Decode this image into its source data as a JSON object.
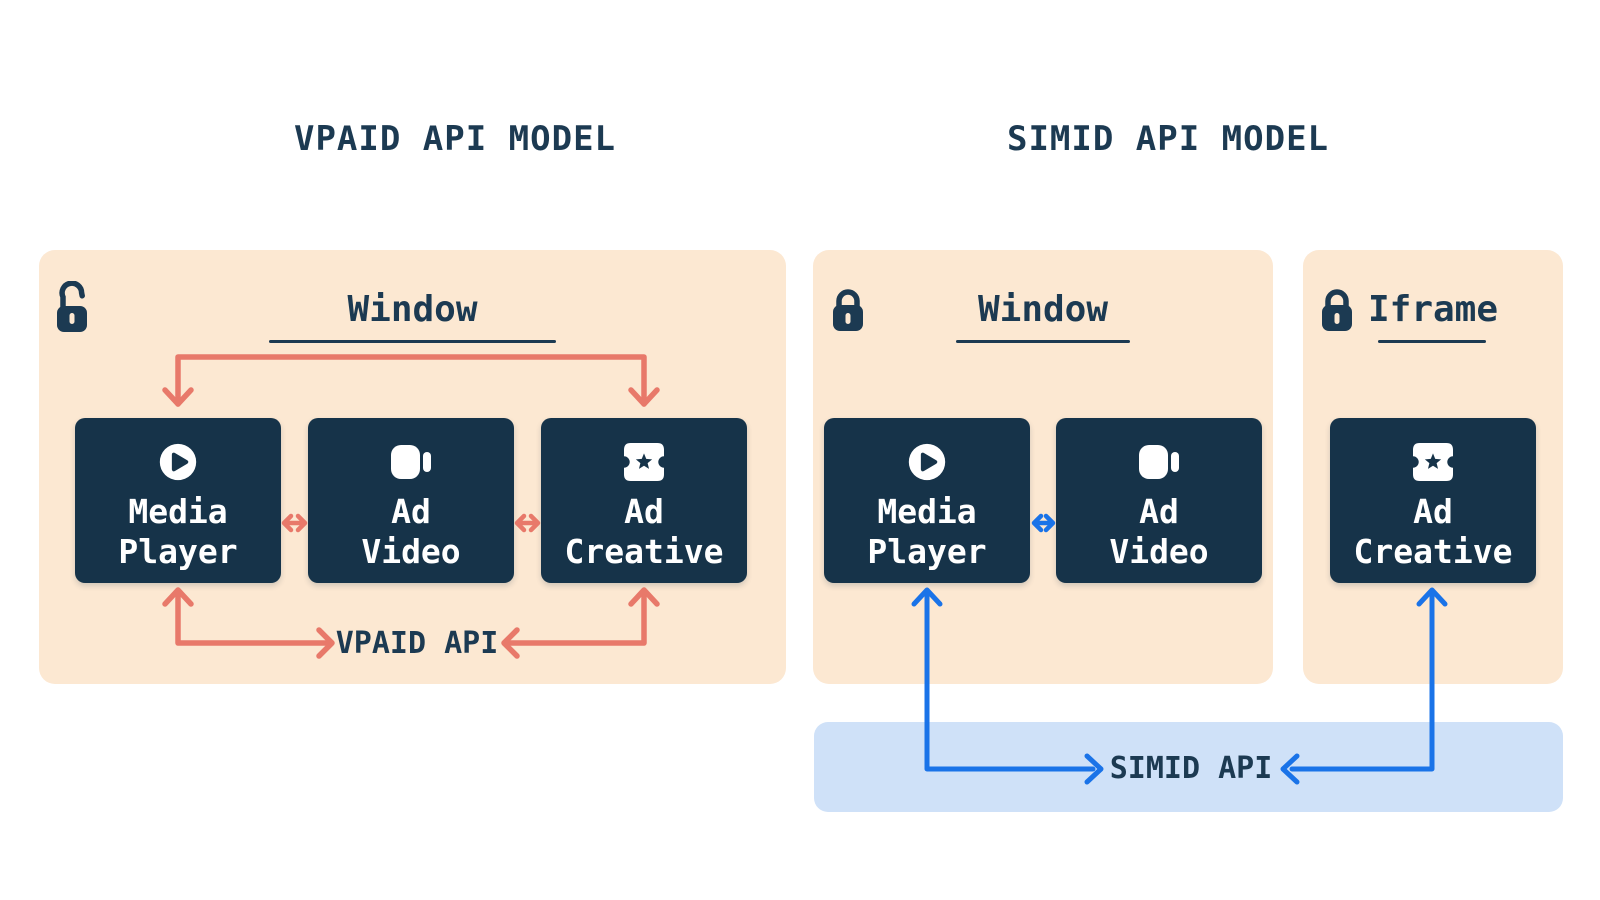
{
  "colors": {
    "background": "#ffffff",
    "panel_peach": "#fce8d2",
    "node_navy": "#163349",
    "text_navy": "#1c3a52",
    "vpaid_arrow_red": "#e8796a",
    "simid_arrow_blue": "#1a73e8",
    "simid_bar_blue": "#cfe1f8",
    "node_text": "#ffffff"
  },
  "vpaid": {
    "title": "VPAID API MODEL",
    "window_label": "Window",
    "api_label": "VPAID API",
    "lock_state": "unlocked",
    "boxes": [
      {
        "label": "Media\nPlayer",
        "icon": "play-icon"
      },
      {
        "label": "Ad\nVideo",
        "icon": "video-camera-icon"
      },
      {
        "label": "Ad\nCreative",
        "icon": "ticket-icon"
      }
    ]
  },
  "simid": {
    "title": "SIMID API MODEL",
    "window_label": "Window",
    "iframe_label": "Iframe",
    "api_label": "SIMID API",
    "window_lock_state": "locked",
    "iframe_lock_state": "locked",
    "window_boxes": [
      {
        "label": "Media\nPlayer",
        "icon": "play-icon"
      },
      {
        "label": "Ad\nVideo",
        "icon": "video-camera-icon"
      }
    ],
    "iframe_boxes": [
      {
        "label": "Ad\nCreative",
        "icon": "ticket-icon"
      }
    ]
  }
}
